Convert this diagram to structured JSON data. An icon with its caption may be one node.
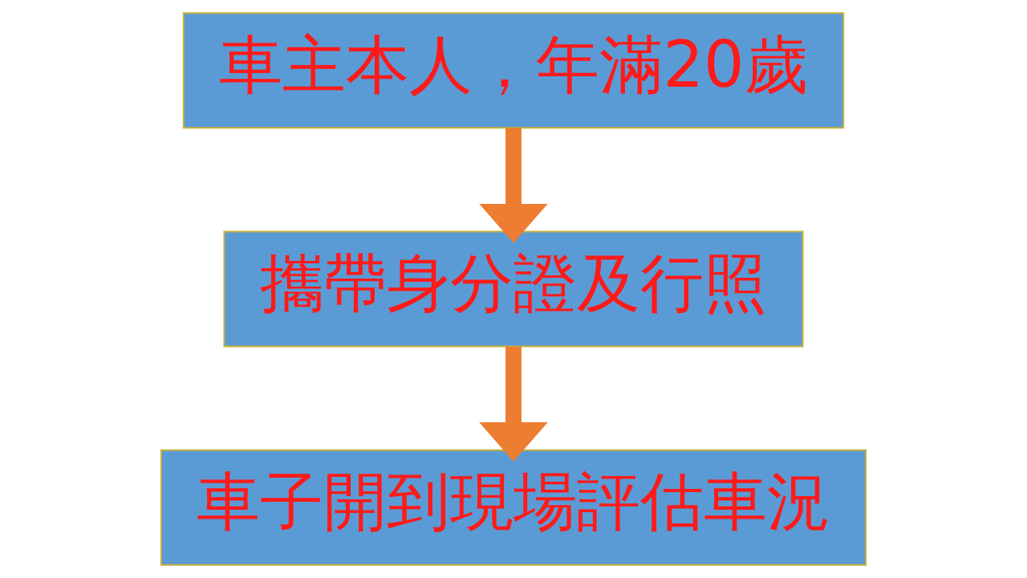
{
  "diagram": {
    "nodes": [
      {
        "text": [
          "車主本人，年滿20歲"
        ]
      },
      {
        "text": [
          "攜帶身分證及行照"
        ]
      },
      {
        "text": [
          "車子開到現場評估車況"
        ]
      }
    ],
    "edges": [
      {
        "from": 0,
        "to": 1,
        "arrow": "to"
      },
      {
        "from": 1,
        "to": 2,
        "arrow": "to"
      }
    ]
  }
}
